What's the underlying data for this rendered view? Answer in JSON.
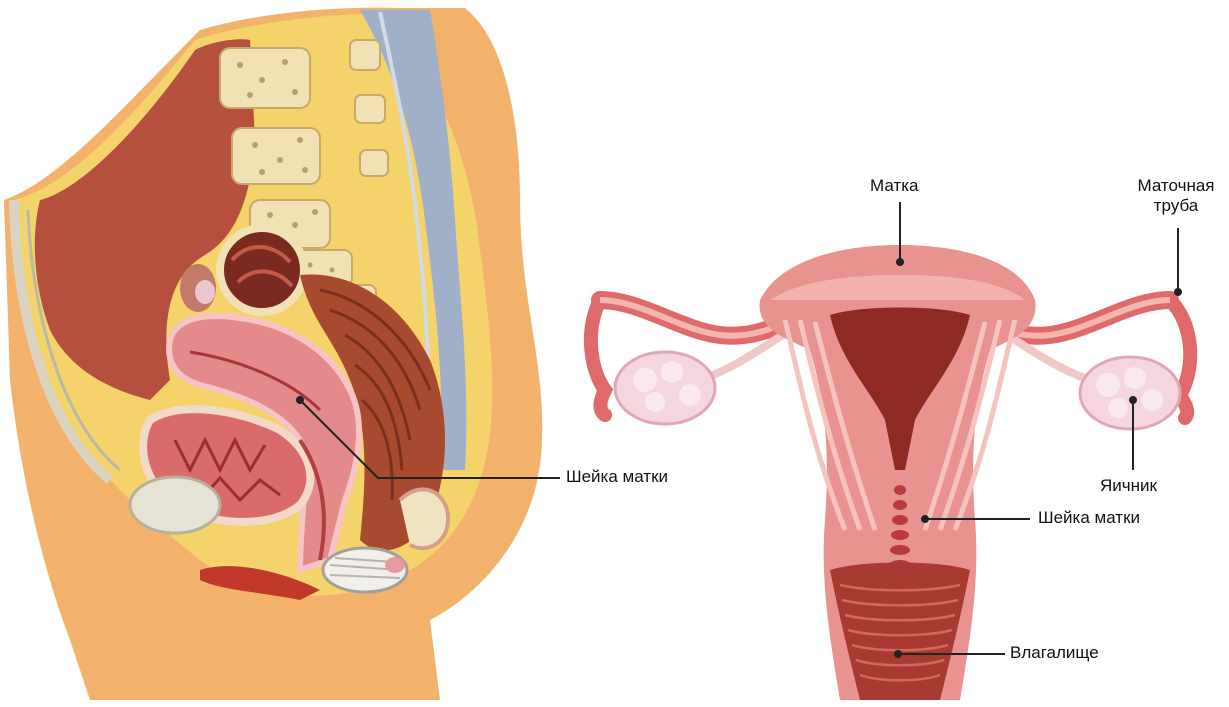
{
  "labels": {
    "cervix_left": "Шейка матки",
    "uterus": "Матка",
    "fallopian_tube_line1": "Маточная",
    "fallopian_tube_line2": "труба",
    "ovary": "Яичник",
    "cervix_right": "Шейка матки",
    "vagina": "Влагалище"
  },
  "colors": {
    "skin": "#f2b26c",
    "fat": "#f4d36a",
    "cavity": "#b5503f",
    "uterus": "#e58a8a",
    "bone": "#f1e2b5",
    "muscle": "#a84a30",
    "spine_blue": "#9fb0c8",
    "ovary": "#f5d6df",
    "leader_line": "#222222"
  }
}
